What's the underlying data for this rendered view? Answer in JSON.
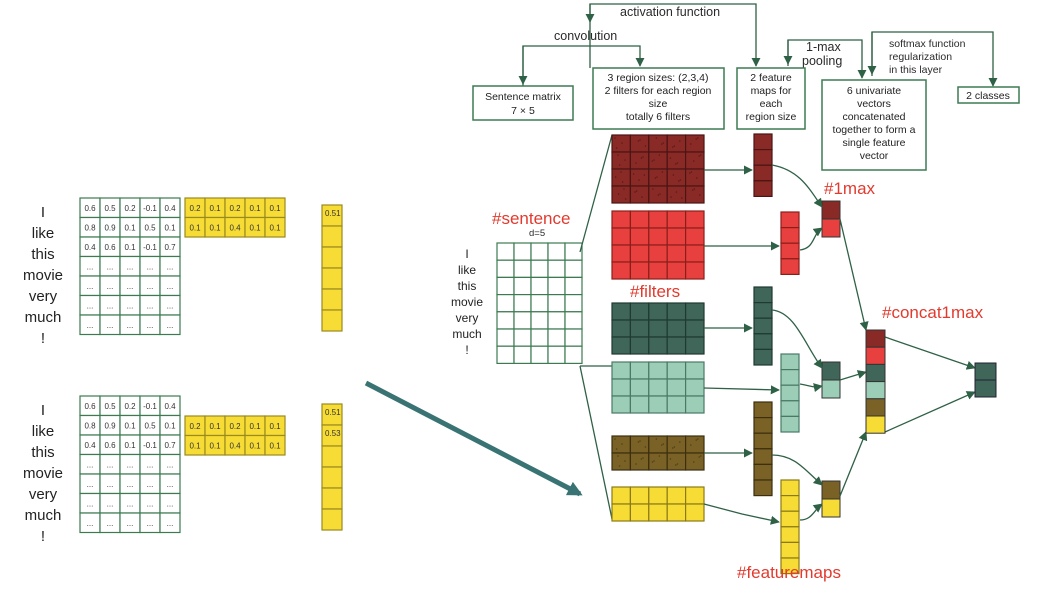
{
  "colors": {
    "dark_red": "#8a2a26",
    "red": "#e8403e",
    "dark_teal": "#3f6658",
    "light_teal": "#9ccdb6",
    "olive": "#7a6226",
    "yellow": "#f7dc35",
    "white_cell": "#ffffff",
    "flow_line": "#2f6146",
    "annotation": "#e23a2e",
    "big_arrow": "#3a7373"
  },
  "sentence_words": [
    "I",
    "like",
    "this",
    "movie",
    "very",
    "much",
    "!"
  ],
  "example_top": {
    "matrix_rows": [
      [
        "0.6",
        "0.5",
        "0.2",
        "-0.1",
        "0.4"
      ],
      [
        "0.8",
        "0.9",
        "0.1",
        "0.5",
        "0.1"
      ],
      [
        "0.4",
        "0.6",
        "0.1",
        "-0.1",
        "0.7"
      ],
      [
        "...",
        "...",
        "...",
        "...",
        "..."
      ],
      [
        "...",
        "...",
        "...",
        "...",
        "..."
      ],
      [
        "...",
        "...",
        "...",
        "...",
        "..."
      ],
      [
        "...",
        "...",
        "...",
        "...",
        "..."
      ]
    ],
    "filter_rows": [
      [
        "0.2",
        "0.1",
        "0.2",
        "0.1",
        "0.1"
      ],
      [
        "0.1",
        "0.1",
        "0.4",
        "0.1",
        "0.1"
      ]
    ],
    "feature_map": [
      "0.51",
      "",
      "",
      "",
      "",
      ""
    ]
  },
  "example_bottom": {
    "matrix_rows": [
      [
        "0.6",
        "0.5",
        "0.2",
        "-0.1",
        "0.4"
      ],
      [
        "0.8",
        "0.9",
        "0.1",
        "0.5",
        "0.1"
      ],
      [
        "0.4",
        "0.6",
        "0.1",
        "-0.1",
        "0.7"
      ],
      [
        "...",
        "...",
        "...",
        "...",
        "..."
      ],
      [
        "...",
        "...",
        "...",
        "...",
        "..."
      ],
      [
        "...",
        "...",
        "...",
        "...",
        "..."
      ],
      [
        "...",
        "...",
        "...",
        "...",
        "..."
      ]
    ],
    "filter_rows": [
      [
        "0.2",
        "0.1",
        "0.2",
        "0.1",
        "0.1"
      ],
      [
        "0.1",
        "0.1",
        "0.4",
        "0.1",
        "0.1"
      ]
    ],
    "feature_map": [
      "0.51",
      "0.53",
      "",
      "",
      "",
      ""
    ]
  },
  "header": {
    "activation_label": "activation function",
    "convolution_label": "convolution",
    "maxpool_label_1": "1-max",
    "maxpool_label_2": "pooling",
    "softmax_label_1": "softmax function",
    "softmax_label_2": "regularization",
    "softmax_label_3": "in this layer"
  },
  "boxes": {
    "sentence_matrix": [
      "Sentence matrix",
      "7 × 5"
    ],
    "region_sizes": [
      "3 region sizes: (2,3,4)",
      "2 filters for each region",
      "size",
      "totally 6 filters"
    ],
    "feature_maps": [
      "2 feature",
      "maps for",
      "each",
      "region size"
    ],
    "univariate": [
      "6 univariate",
      "vectors",
      "concatenated",
      "together to form a",
      "single feature",
      "vector"
    ],
    "classes": [
      "2 classes"
    ]
  },
  "annotations": {
    "sentence": "#sentence",
    "d": "d=5",
    "filters": "#filters",
    "max1": "#1max",
    "concat": "#concat1max",
    "featuremaps": "#featuremaps"
  }
}
